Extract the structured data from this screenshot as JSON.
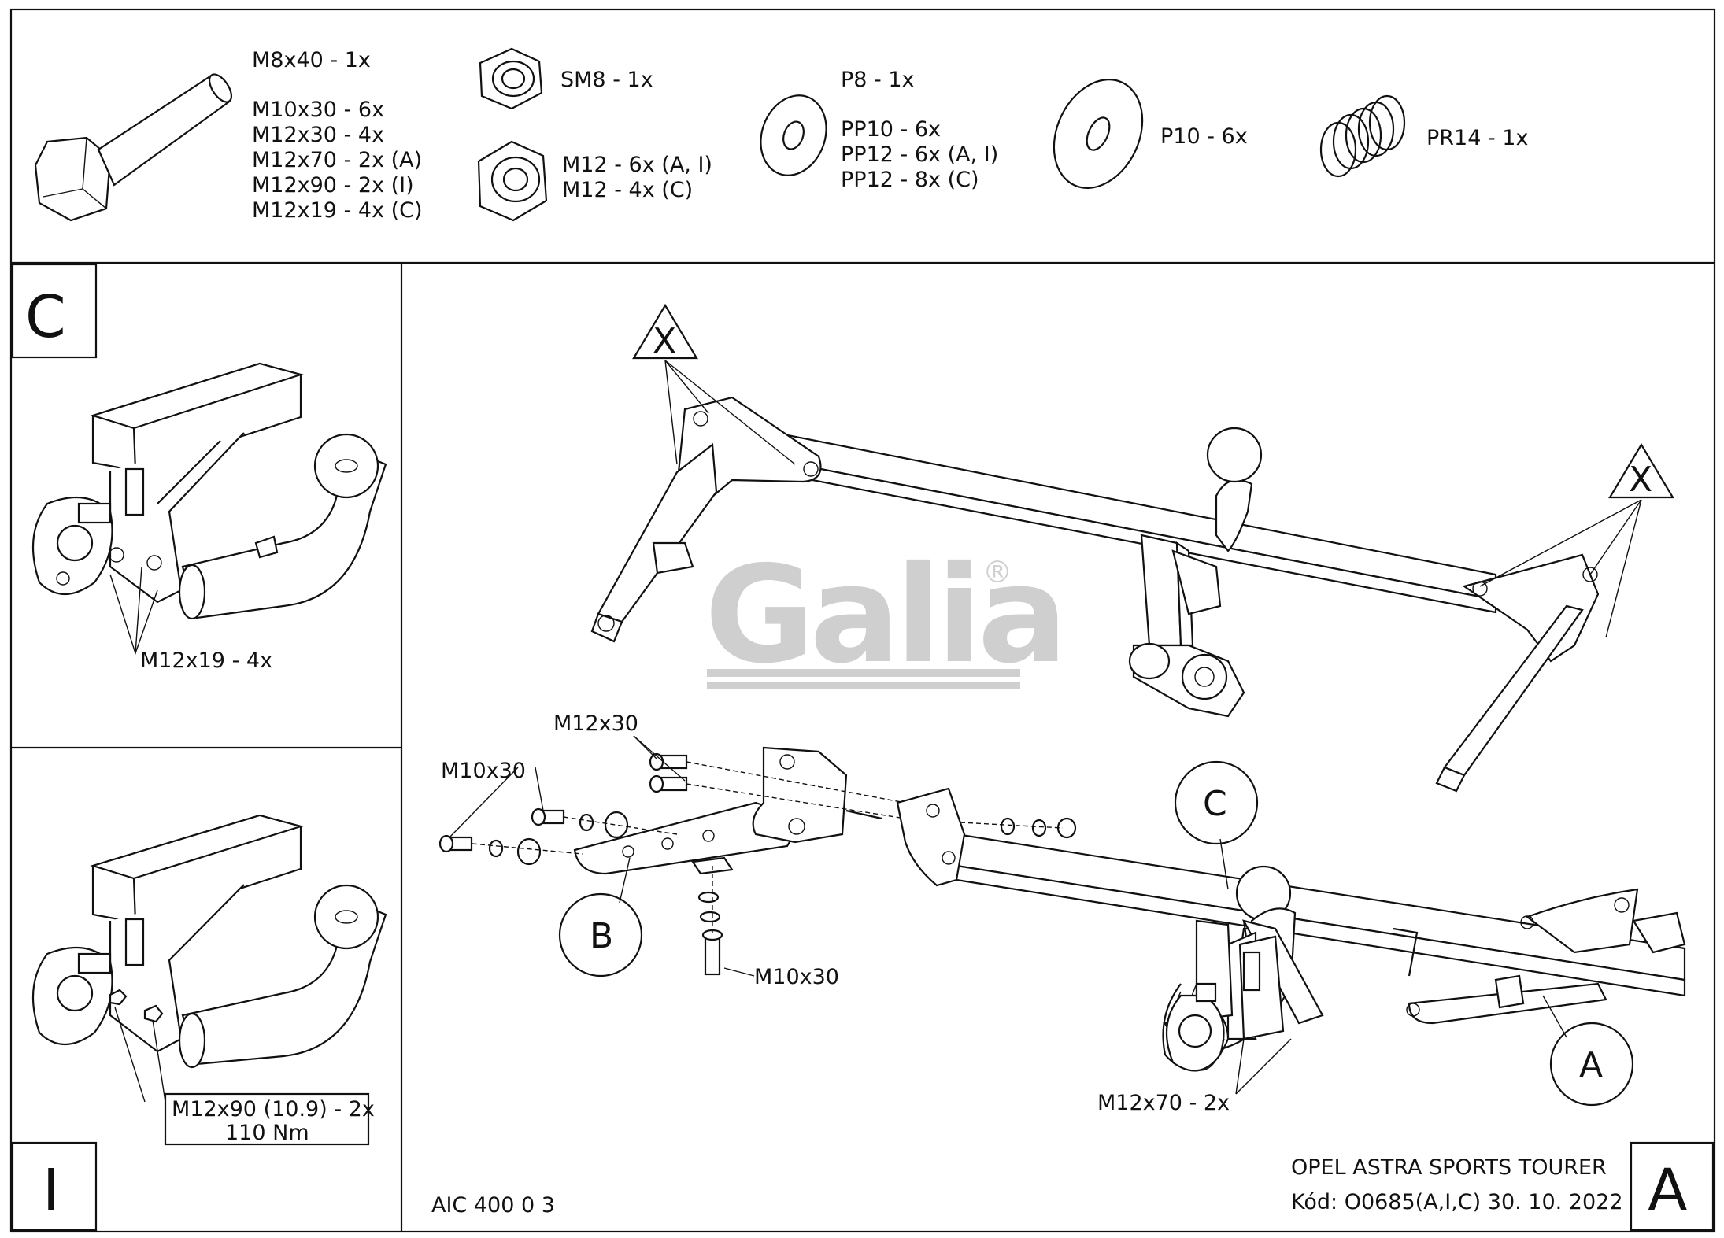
{
  "hardware": {
    "bolt": [
      "M8x40 - 1x",
      "M10x30 - 6x",
      "M12x30 - 4x",
      "M12x70 - 2x (A)",
      "M12x90 - 2x (I)",
      "M12x19 - 4x (C)"
    ],
    "locknut": "SM8 - 1x",
    "nut": [
      "M12 - 6x (A, I)",
      "M12 - 4x (C)"
    ],
    "washer_small": [
      "P8 - 1x",
      "PP10 - 6x",
      "PP12 - 6x (A, I)",
      "PP12 - 8x (C)"
    ],
    "washer_large": "P10 - 6x",
    "spring": "PR14 - 1x"
  },
  "panel_c": {
    "letter": "C",
    "callout": "M12x19 - 4x"
  },
  "panel_i": {
    "letter": "I",
    "callout_line1": "M12x90 (10.9) - 2x",
    "callout_line2": "110 Nm"
  },
  "main": {
    "brand": "Galia",
    "registered": "®",
    "mark_x": "X",
    "label_m12x30": "M12x30",
    "label_m10x30_top": "M10x30",
    "label_m10x30_bottom": "M10x30",
    "label_m12x70": "M12x70 - 2x",
    "circle_b": "B",
    "circle_c": "C",
    "circle_a": "A",
    "letter_a": "A",
    "code": "AIC 400 0 3",
    "vehicle": "OPEL ASTRA SPORTS TOURER",
    "kod": "Kód: O0685(A,I,C)  30. 10. 2022"
  },
  "colors": {
    "line": "#111111",
    "watermark": "#cfcfcf",
    "background": "#ffffff"
  }
}
